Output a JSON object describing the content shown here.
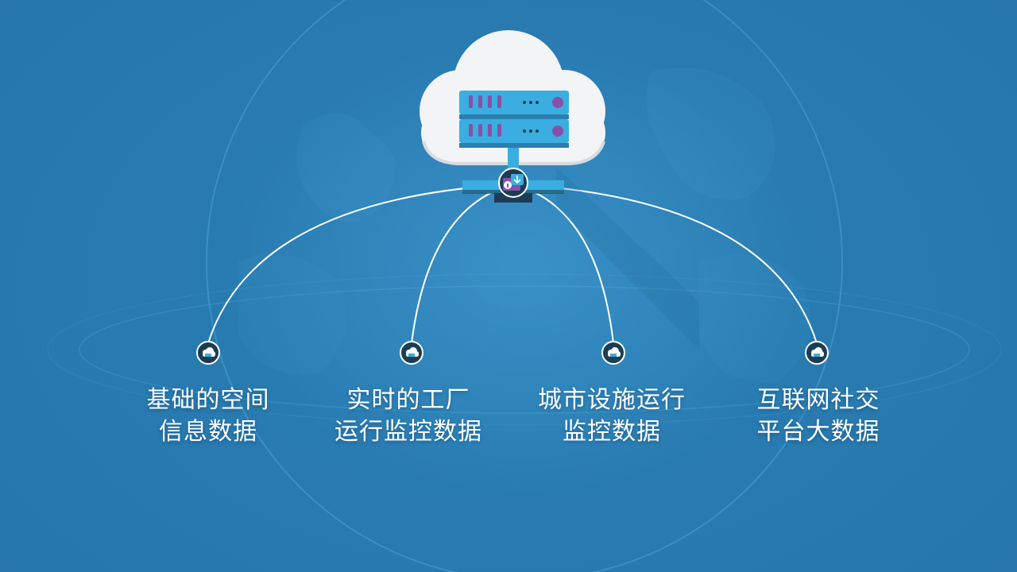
{
  "colors": {
    "background": "#2a7fb4",
    "cloud": "#f2f4f6",
    "server_blue": "#3aaee0",
    "server_purple": "#8a4fa8",
    "node_dark": "#1c3d55",
    "line": "#ffffff"
  },
  "hub": {
    "icon": "cloud-server-icon",
    "connector_icon": "download-info-icon"
  },
  "nodes": [
    {
      "icon": "small-cloud-icon",
      "line1": "基础的空间",
      "line2": "信息数据"
    },
    {
      "icon": "small-cloud-icon",
      "line1": "实时的工厂",
      "line2": "运行监控数据"
    },
    {
      "icon": "small-cloud-icon",
      "line1": "城市设施运行",
      "line2": "监控数据"
    },
    {
      "icon": "small-cloud-icon",
      "line1": "互联网社交",
      "line2": "平台大数据"
    }
  ]
}
